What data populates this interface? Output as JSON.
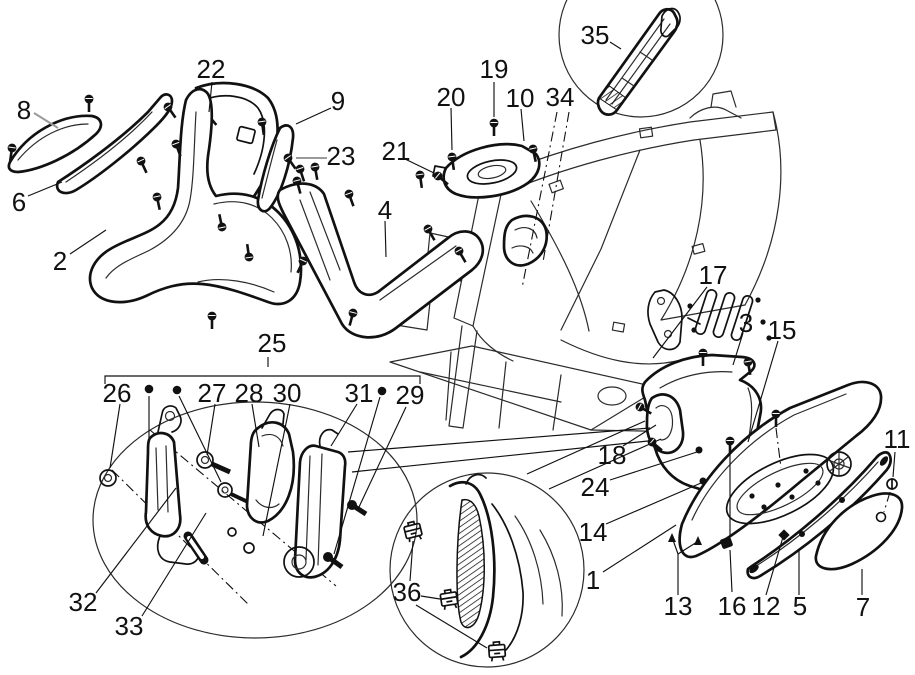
{
  "diagram": {
    "background_color": "#ffffff",
    "ink_color": "#111111",
    "muted_leader_color": "#9a9a9a",
    "callouts": {
      "c1": {
        "label": "1"
      },
      "c2": {
        "label": "2"
      },
      "c3": {
        "label": "3"
      },
      "c4": {
        "label": "4"
      },
      "c5": {
        "label": "5"
      },
      "c6": {
        "label": "6"
      },
      "c7": {
        "label": "7"
      },
      "c8": {
        "label": "8"
      },
      "c9": {
        "label": "9"
      },
      "c10": {
        "label": "10"
      },
      "c11": {
        "label": "11"
      },
      "c12": {
        "label": "12"
      },
      "c13": {
        "label": "13"
      },
      "c14": {
        "label": "14"
      },
      "c15": {
        "label": "15"
      },
      "c16": {
        "label": "16"
      },
      "c17": {
        "label": "17"
      },
      "c18": {
        "label": "18"
      },
      "c19": {
        "label": "19"
      },
      "c20": {
        "label": "20"
      },
      "c21": {
        "label": "21"
      },
      "c22": {
        "label": "22"
      },
      "c23": {
        "label": "23"
      },
      "c24": {
        "label": "24"
      },
      "c25": {
        "label": "25"
      },
      "c26": {
        "label": "26"
      },
      "c27": {
        "label": "27"
      },
      "c28": {
        "label": "28"
      },
      "c29": {
        "label": "29"
      },
      "c30": {
        "label": "30"
      },
      "c31": {
        "label": "31"
      },
      "c32": {
        "label": "32"
      },
      "c33": {
        "label": "33"
      },
      "c34": {
        "label": "34"
      },
      "c35": {
        "label": "35"
      },
      "c36": {
        "label": "36"
      }
    }
  }
}
